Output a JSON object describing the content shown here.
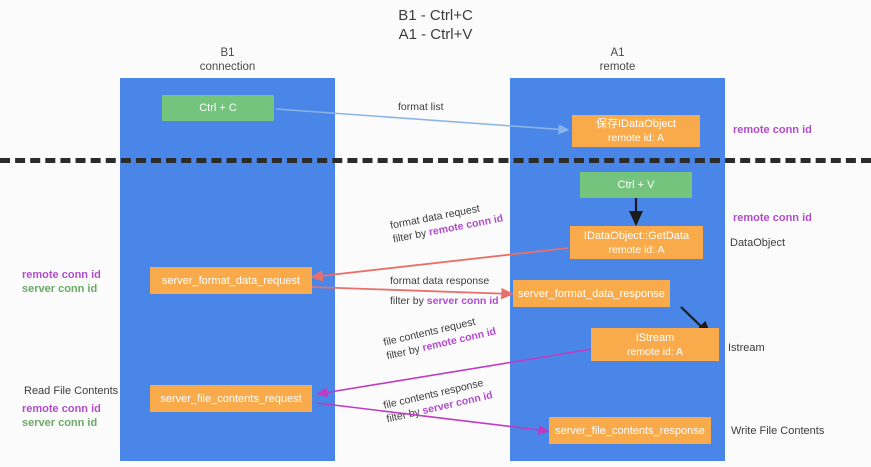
{
  "title": {
    "line1": "B1 - Ctrl+C",
    "line2": "A1 - Ctrl+V"
  },
  "lanes": [
    {
      "id": "b1",
      "name": "B1",
      "role": "connection",
      "color": "#4a86e8"
    },
    {
      "id": "a1",
      "name": "A1",
      "role": "remote",
      "color": "#4a86e8"
    }
  ],
  "nodes": {
    "ctrl_c": {
      "line1": "Ctrl + C",
      "line2": "",
      "color": "#74c47d"
    },
    "save_idataobject": {
      "line1": "保存IDataObject",
      "line2": "remote id: A",
      "color": "#f9ab4c"
    },
    "ctrl_v": {
      "line1": "Ctrl + V",
      "line2": "",
      "color": "#74c47d"
    },
    "idataobject_getdata": {
      "line1": "IDataObject::GetData",
      "line2": "remote id: A",
      "color": "#f9ab4c"
    },
    "server_format_data_request": {
      "line1": "server_format_data_request",
      "line2": "",
      "color": "#f9ab4c"
    },
    "server_format_data_response": {
      "line1": "server_format_data_response",
      "line2": "",
      "color": "#f9ab4c"
    },
    "istream": {
      "line1": "IStream",
      "line2": "remote id: A",
      "color": "#f9ab4c"
    },
    "server_file_contents_request": {
      "line1": "server_file_contents_request",
      "line2": "",
      "color": "#f9ab4c"
    },
    "server_file_contents_response": {
      "line1": "server_file_contents_response",
      "line2": "",
      "color": "#f9ab4c"
    }
  },
  "edge_labels": {
    "format_list": {
      "text": "format list"
    },
    "format_data_request": {
      "text": "format data request",
      "filter_prefix": "filter by ",
      "filter_key": "remote conn id"
    },
    "format_data_response": {
      "text": "format data response",
      "filter_prefix": "filter by ",
      "filter_key": "server conn id"
    },
    "file_contents_request": {
      "text": "file contents request",
      "filter_prefix": "filter by ",
      "filter_key": "remote conn id"
    },
    "file_contents_response": {
      "text": "file contents response",
      "filter_prefix": "filter by ",
      "filter_key": "server conn id"
    }
  },
  "annotations": {
    "right_top_remote_conn_id": "remote conn id",
    "right_mid_remote_conn_id": "remote conn id",
    "right_dataobject": "DataObject",
    "right_istream": "Istream",
    "right_write_file_contents": "Write File Contents",
    "left_remote_conn_id_1": "remote conn id",
    "left_server_conn_id_1": "server conn id",
    "left_read_file_contents": "Read File Contents",
    "left_remote_conn_id_2": "remote conn id",
    "left_server_conn_id_2": "server conn id"
  },
  "colors": {
    "lane_blue": "#4a86e8",
    "node_orange": "#f9ab4c",
    "node_green": "#74c47d",
    "accent_purple": "#b14ccc",
    "accent_green": "#6aaa64",
    "arrow_red": "#e8706a",
    "arrow_magenta": "#c03bc0",
    "arrow_lightblue": "#8ab4e8",
    "arrow_black": "#1a1a1a",
    "divider": "#2b2b2b"
  }
}
